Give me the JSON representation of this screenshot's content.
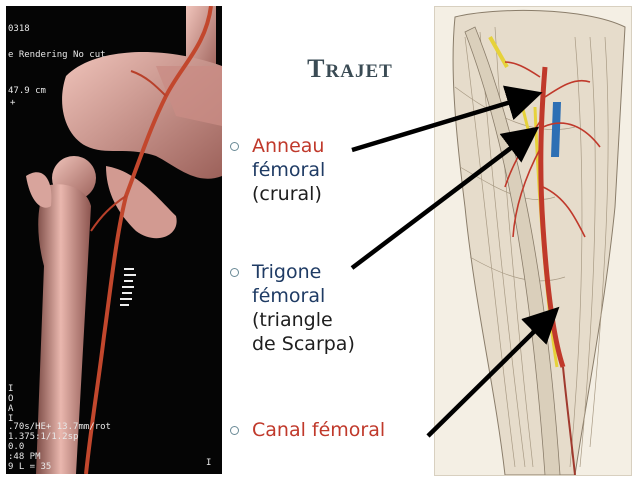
{
  "slide": {
    "title": {
      "first_letter": "T",
      "rest": "RAJET"
    },
    "bullets": [
      {
        "lines": [
          "Anneau",
          "fémoral",
          "(crural)"
        ]
      },
      {
        "lines": [
          "Trigone",
          "fémoral",
          "(triangle",
          "de Scarpa)"
        ]
      },
      {
        "lines": [
          "Canal fémoral"
        ]
      }
    ]
  },
  "ct_image": {
    "id_text": "0318",
    "mode_text": "e Rendering   No cut",
    "size_text": "47.9 cm",
    "plus_mark": "+",
    "side_labels": [
      "I",
      "O",
      "A",
      "I"
    ],
    "params": [
      ".70s/HE+ 13.7mm/rot",
      "1.375:1/1.2sp",
      "0.0",
      ":48 PM",
      "9 L = 35"
    ],
    "corner_mark": "I"
  },
  "colors": {
    "title": "#3a4b54",
    "accent_red": "#c0392b",
    "accent_navy": "#1f3b64",
    "text_dark": "#1e1e1e",
    "arrow": "#000000"
  }
}
